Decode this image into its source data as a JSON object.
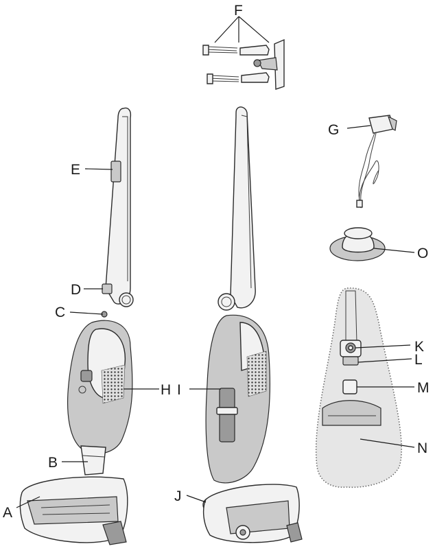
{
  "figure": {
    "labels": {
      "A": "A",
      "B": "B",
      "C": "C",
      "D": "D",
      "E": "E",
      "F": "F",
      "G": "G",
      "H": "H",
      "I": "I",
      "J": "J",
      "K": "K",
      "L": "L",
      "M": "M",
      "N": "N",
      "O": "O"
    }
  }
}
